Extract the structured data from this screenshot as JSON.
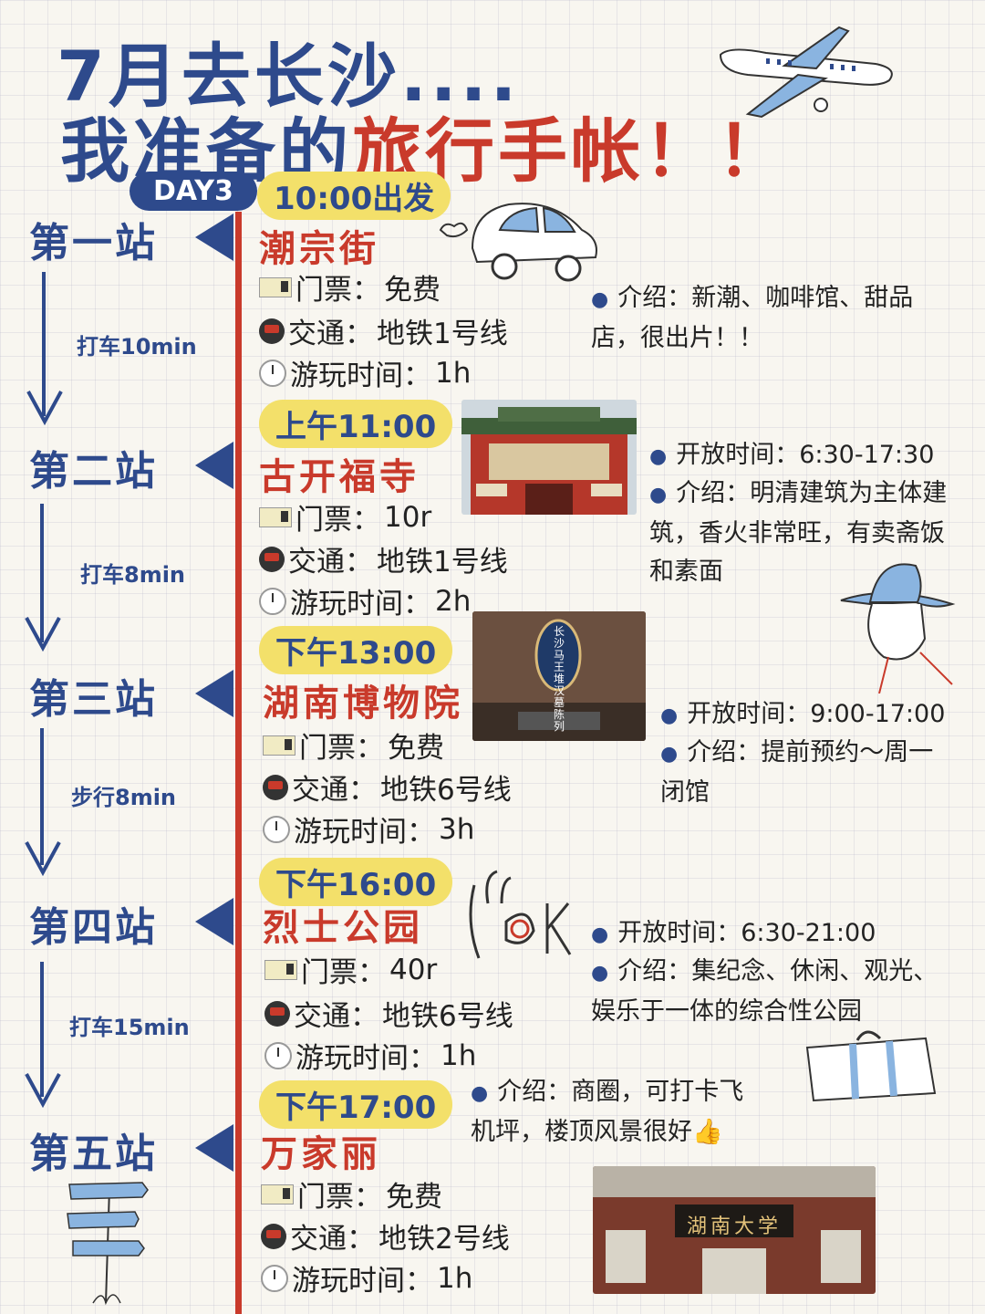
{
  "title": {
    "line1": "7月去长沙....",
    "line2_blue": "我准备的",
    "line2_red": "旅行手帐！！"
  },
  "day_label": "DAY3",
  "labels": {
    "ticket": "门票：",
    "transport": "交通：",
    "duration": "游玩时间：",
    "open_hours": "开放时间：",
    "intro": "介绍："
  },
  "stations": [
    {
      "label": "第一站",
      "time": "10:00出发",
      "place": "潮宗街",
      "ticket": "免费",
      "transport": "地铁1号线",
      "duration": "1h",
      "intro": "新潮、咖啡馆、甜品店，很出片！！"
    },
    {
      "label": "第二站",
      "time": "上午11:00",
      "place": "古开福寺",
      "ticket": "10r",
      "transport": "地铁1号线",
      "duration": "2h",
      "open_hours": "6:30-17:30",
      "intro": "明清建筑为主体建筑，香火非常旺，有卖斋饭和素面"
    },
    {
      "label": "第三站",
      "time": "下午13:00",
      "place": "湖南博物院",
      "ticket": "免费",
      "transport": "地铁6号线",
      "duration": "3h",
      "open_hours": "9:00-17:00",
      "intro": "提前预约～周一闭馆"
    },
    {
      "label": "第四站",
      "time": "下午16:00",
      "place": "烈士公园",
      "ticket": "40r",
      "transport": "地铁6号线",
      "duration": "1h",
      "open_hours": "6:30-21:00",
      "intro": "集纪念、休闲、观光、娱乐于一体的综合性公园"
    },
    {
      "label": "第五站",
      "time": "下午17:00",
      "place": "万家丽",
      "ticket": "免费",
      "transport": "地铁2号线",
      "duration": "1h",
      "intro": "商圈，可打卡飞机坪，楼顶风景很好👍"
    }
  ],
  "transits": [
    "打车10min",
    "打车8min",
    "步行8min",
    "打车15min"
  ],
  "photo_texts": {
    "museum_sign": "长沙马王堆汉墓陈列",
    "university_sign": "湖南大学"
  },
  "colors": {
    "blue": "#2e4a8c",
    "red": "#c93a2b",
    "yellow": "#f3e06a"
  }
}
